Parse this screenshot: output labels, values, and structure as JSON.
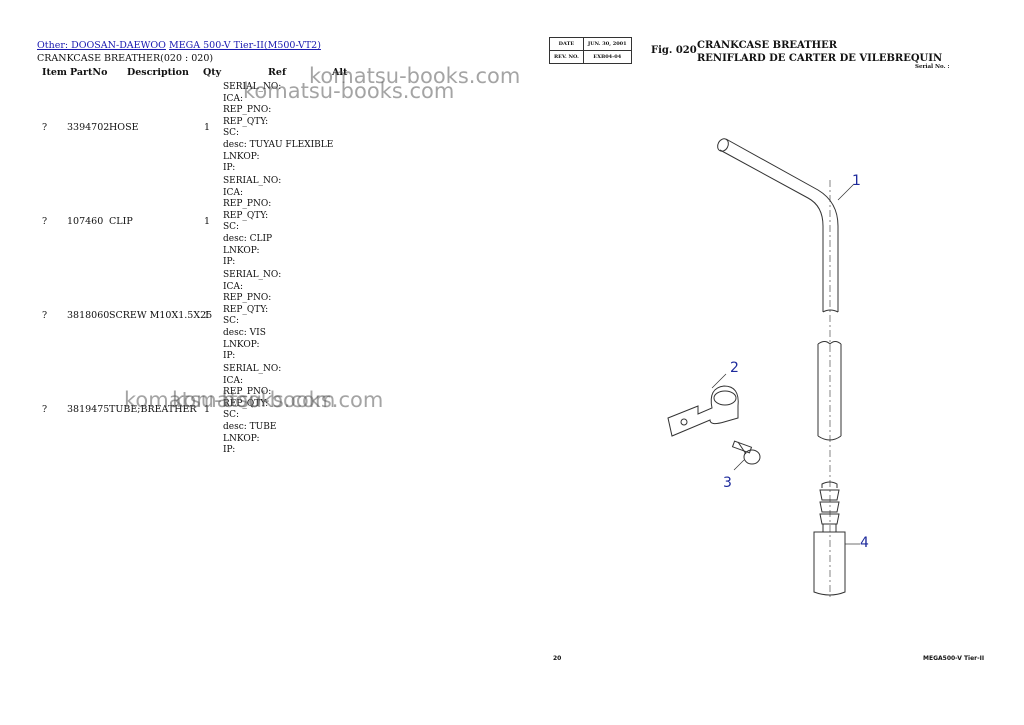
{
  "breadcrumb": {
    "link1": "Other: DOOSAN-DAEWOO",
    "link2": "MEGA 500-V Tier-II(M500-VT2)"
  },
  "subtitle": "CRANKCASE BREATHER(020 : 020)",
  "columns": {
    "item": "Item",
    "partno": "PartNo",
    "description": "Description",
    "qty": "Qty",
    "ref": "Ref",
    "alt": "Alt"
  },
  "parts": [
    {
      "item": "?",
      "partno": "3394702",
      "description": "HOSE",
      "qty": "1",
      "ref": [
        "SERIAL_NO:",
        "ICA:",
        "REP_PNO:",
        "REP_QTY:",
        "SC:",
        "desc: TUYAU FLEXIBLE",
        "LNKOP:",
        "IP:"
      ]
    },
    {
      "item": "?",
      "partno": "107460",
      "description": "CLIP",
      "qty": "1",
      "ref": [
        "SERIAL_NO:",
        "ICA:",
        "REP_PNO:",
        "REP_QTY:",
        "SC:",
        "desc: CLIP",
        "LNKOP:",
        "IP:"
      ]
    },
    {
      "item": "?",
      "partno": "3818060",
      "description": "SCREW M10X1.5X25",
      "qty": "1",
      "ref": [
        "SERIAL_NO:",
        "ICA:",
        "REP_PNO:",
        "REP_QTY:",
        "SC:",
        "desc: VIS",
        "LNKOP:",
        "IP:"
      ]
    },
    {
      "item": "?",
      "partno": "3819475",
      "description": "TUBE;BREATHER",
      "qty": "1",
      "ref": [
        "SERIAL_NO:",
        "ICA:",
        "REP_PNO:",
        "REP_QTY:",
        "SC:",
        "desc: TUBE",
        "LNKOP:",
        "IP:"
      ]
    }
  ],
  "watermark": "komatsu-books.com",
  "sheet": {
    "date_label": "DATE",
    "date_value": "JUN. 30, 2001",
    "rev_label": "REV. NO.",
    "rev_value": "EXB04-04",
    "fig_no": "Fig. 020",
    "title_en": "CRANKCASE BREATHER",
    "title_fr": "RENIFLARD DE CARTER DE VILEBREQUIN",
    "serial_label": "Serial No. :",
    "page_no": "20",
    "footer_model": "MEGA500-V Tier-II"
  },
  "callouts": [
    "1",
    "2",
    "3",
    "4"
  ],
  "colors": {
    "link": "#1a1ab0",
    "callout": "#1d2a9c"
  }
}
